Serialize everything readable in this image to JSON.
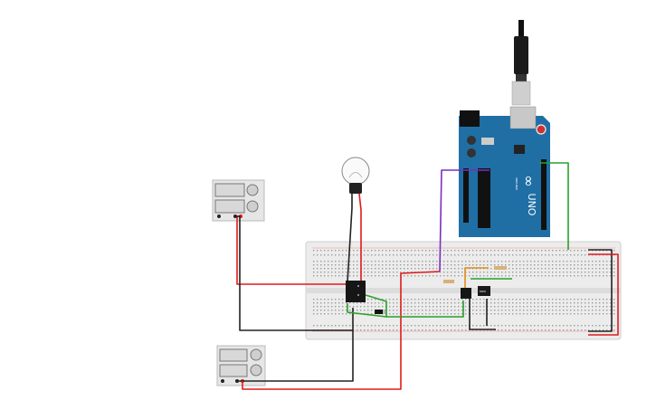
{
  "arduino": {
    "brand_mark": "∞",
    "model_text": "UNO",
    "sub_label": "ARDUINO",
    "board_color": "#1f6fa5"
  },
  "power_supply_top": {
    "readout_1": "",
    "readout_2": ""
  },
  "power_supply_bottom": {
    "readout_1": "",
    "readout_2": ""
  },
  "modules": {
    "sensor_label": "MOS"
  },
  "colors": {
    "wire_red": "#e01b1b",
    "wire_black": "#222222",
    "wire_green": "#2aa02a",
    "wire_purple": "#7a2fbf",
    "breadboard": "#eeeeee"
  },
  "icons": {
    "lamp": "light-bulb-icon",
    "relay": "relay-icon",
    "usb": "usb-cable-icon"
  }
}
